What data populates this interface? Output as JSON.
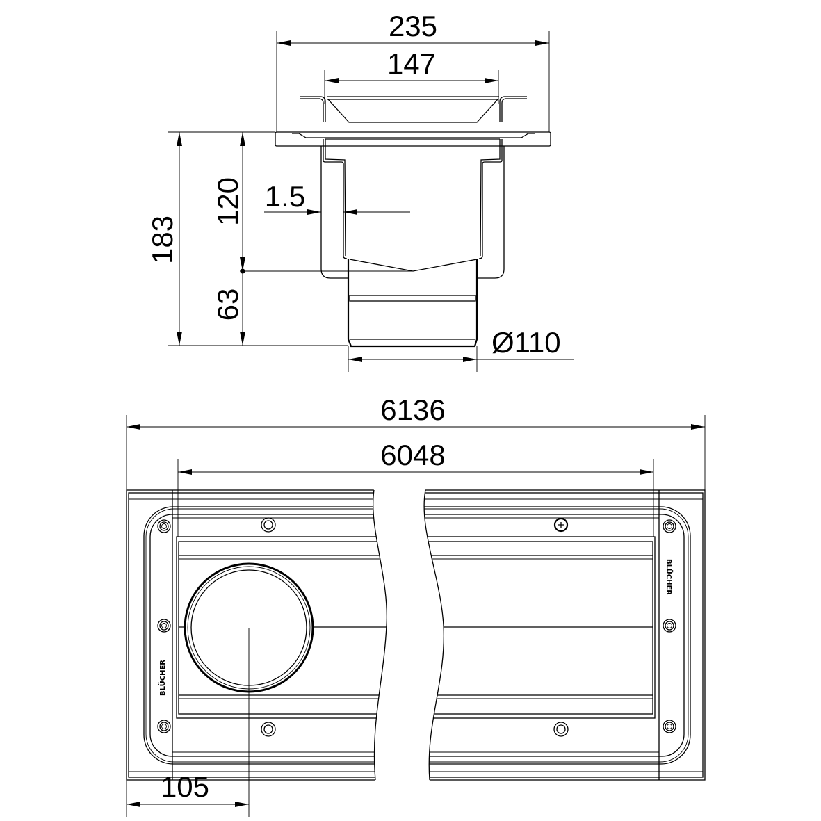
{
  "title": "Drain channel technical drawing",
  "colors": {
    "line": "#000000",
    "background": "#ffffff"
  },
  "section_view": {
    "dimensions": {
      "overall_flange_width": "235",
      "grate_width": "147",
      "wall_thickness": "1.5",
      "total_height": "183",
      "body_height": "120",
      "outlet_height": "63",
      "outlet_diameter": "Ø110"
    }
  },
  "plan_view": {
    "dimensions": {
      "overall_length": "6136",
      "channel_length": "6048",
      "outlet_offset": "105"
    },
    "brand_mark": "BLÜCHER"
  }
}
